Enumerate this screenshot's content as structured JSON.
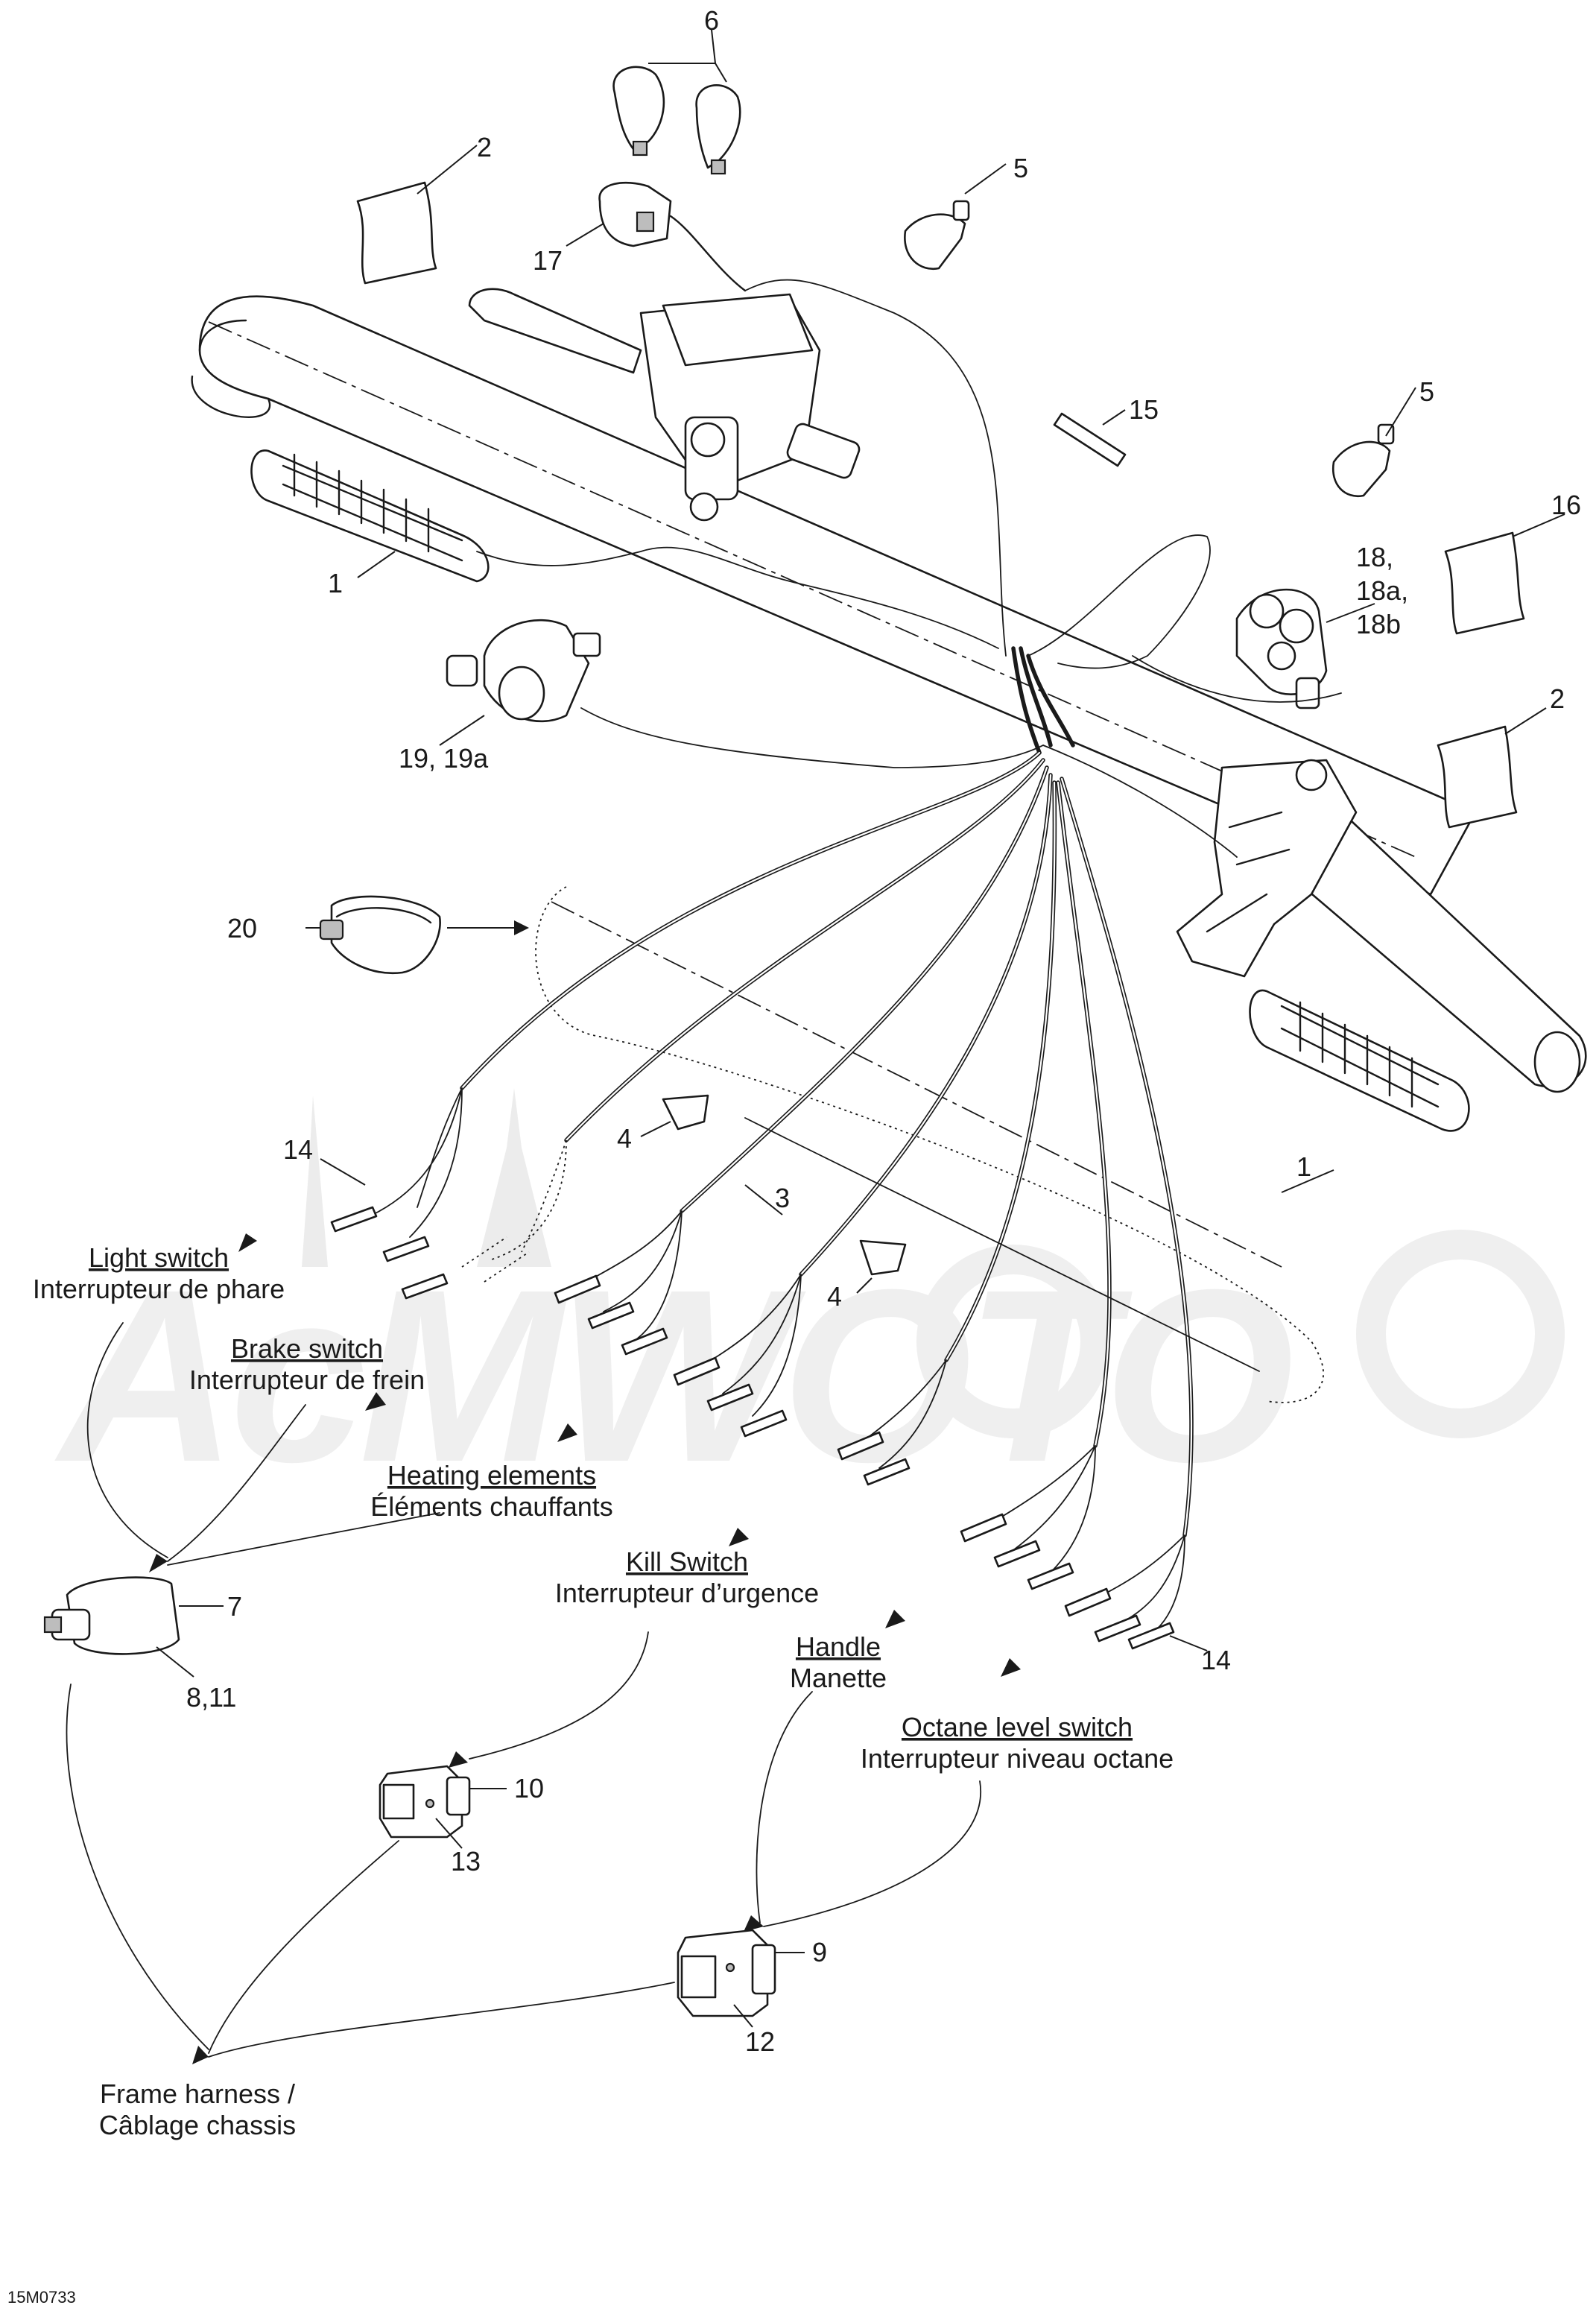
{
  "drawing_code": "15M0733",
  "watermark": "AcMWOTO",
  "callouts": {
    "c1a": "1",
    "c1b": "1",
    "c2a": "2",
    "c2b": "2",
    "c3": "3",
    "c4a": "4",
    "c4b": "4",
    "c5a": "5",
    "c5b": "5",
    "c6": "6",
    "c7": "7",
    "c811": "8,11",
    "c9": "9",
    "c10": "10",
    "c12": "12",
    "c13": "13",
    "c14a": "14",
    "c14b": "14",
    "c15": "15",
    "c16": "16",
    "c17": "17",
    "c18_l1": "18,",
    "c18_l2": "18a,",
    "c18_l3": "18b",
    "c19": "19, 19a",
    "c20": "20"
  },
  "labels": {
    "light_switch_en": "Light switch",
    "light_switch_fr": "Interrupteur de phare",
    "brake_switch_en": "Brake switch",
    "brake_switch_fr": "Interrupteur de frein",
    "heating_en": "Heating elements",
    "heating_fr": "Éléments chauffants",
    "kill_en": "Kill Switch",
    "kill_fr": "Interrupteur d’urgence",
    "handle_en": "Handle",
    "handle_fr": "Manette",
    "octane_en": "Octane level switch",
    "octane_fr": "Interrupteur niveau octane",
    "frame_l1": "Frame harness /",
    "frame_l2": "Câblage chassis"
  }
}
